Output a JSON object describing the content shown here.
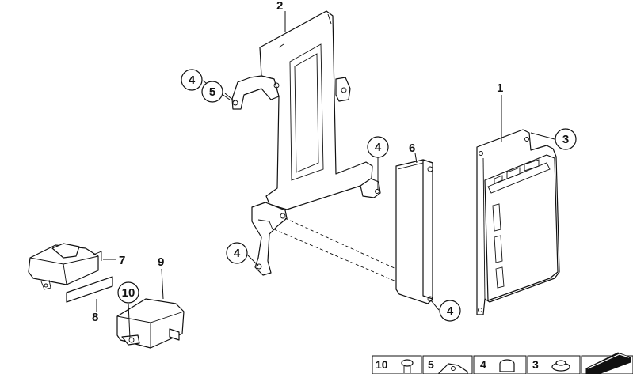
{
  "callouts": {
    "part_1": "1",
    "part_2": "2",
    "part_3": "3",
    "part_4_a": "4",
    "part_4_b": "4",
    "part_4_c": "4",
    "part_4_d": "4",
    "part_5": "5",
    "part_6": "6",
    "part_7": "7",
    "part_8": "8",
    "part_9": "9",
    "part_10": "10"
  },
  "legend": [
    "10",
    "5",
    "4",
    "3"
  ]
}
